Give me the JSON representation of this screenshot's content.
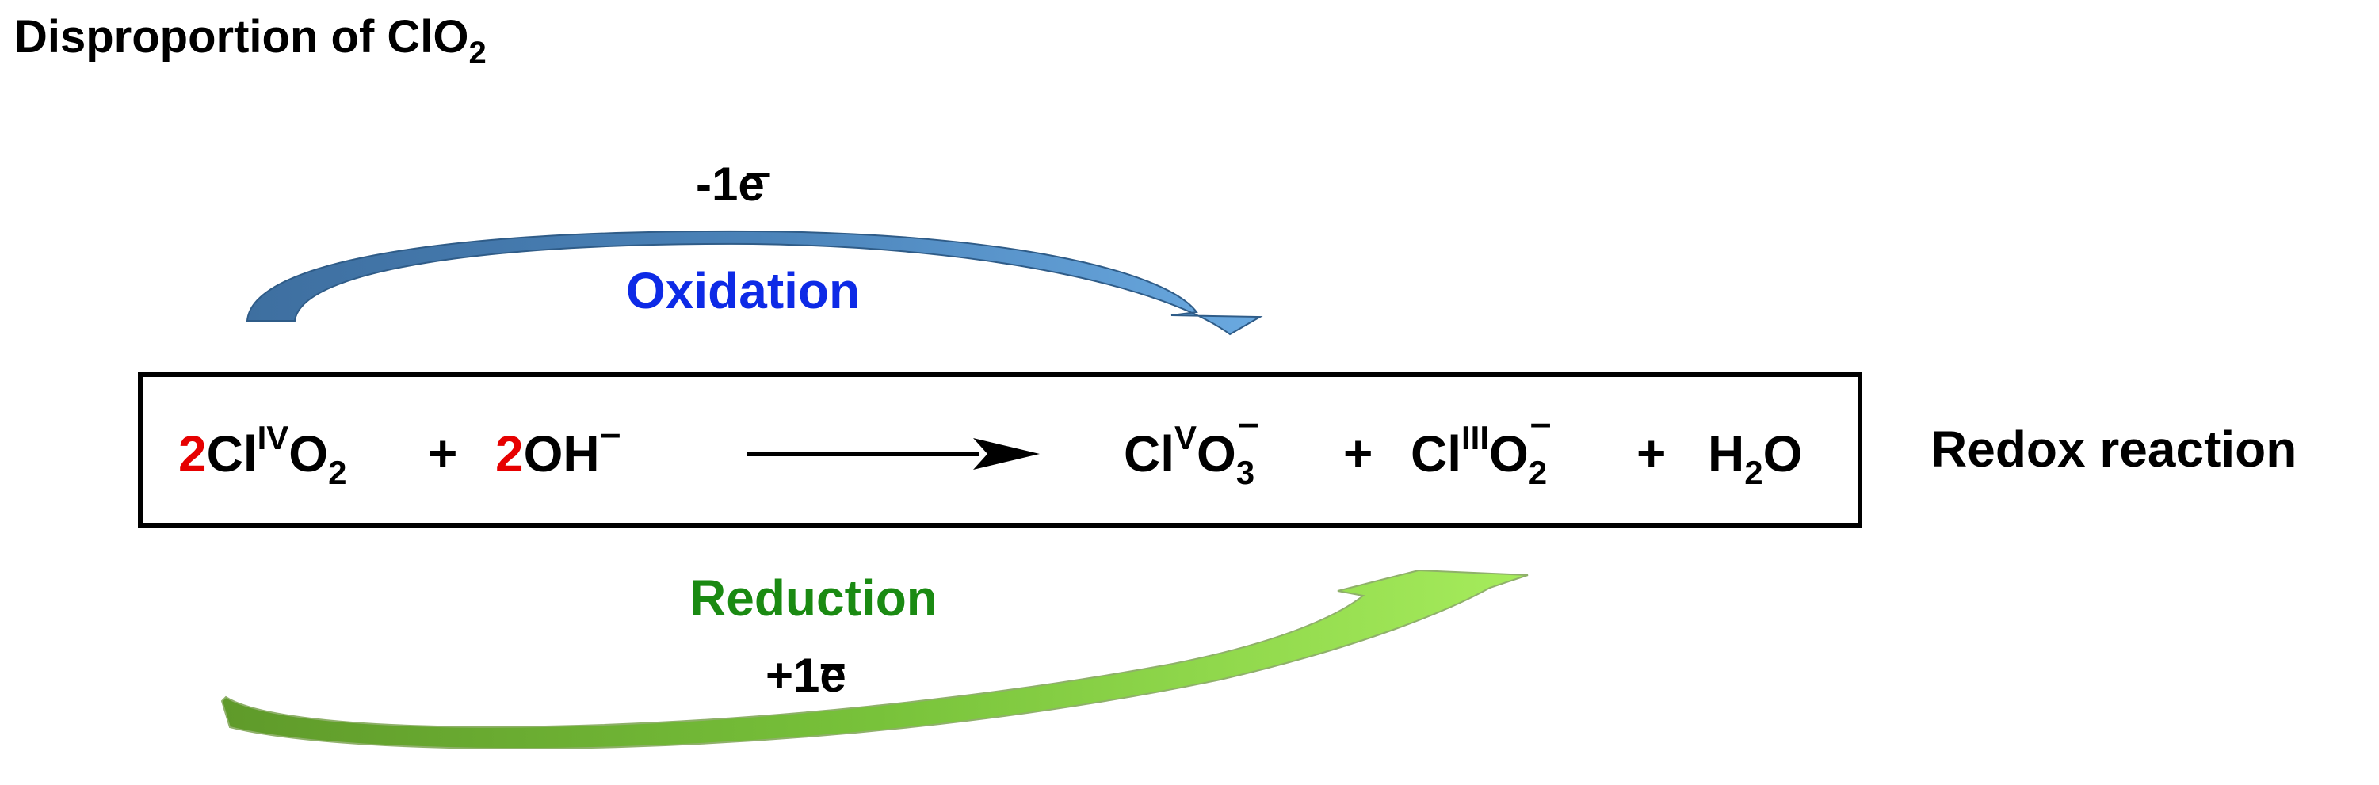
{
  "title": {
    "text": "Disproportion of ClO",
    "sub": "2"
  },
  "oxidation": {
    "label": "Oxidation",
    "electron": "-1e",
    "electron_charge": "–",
    "color": "#0d2ae6"
  },
  "reduction": {
    "label": "Reduction",
    "electron": "+1e",
    "electron_charge": "–",
    "color": "#1a8a12"
  },
  "equation": {
    "reactant_1": {
      "coef": "2",
      "element": "Cl",
      "ox_state": "IV",
      "rest": "O",
      "sub": "2"
    },
    "plus_1": "+",
    "reactant_2": {
      "coef": "2",
      "formula": "OH",
      "charge": "–"
    },
    "product_1": {
      "element": "Cl",
      "ox_state": "V",
      "rest": "O",
      "sub": "3",
      "charge": "–"
    },
    "plus_2": "+",
    "product_2": {
      "element": "Cl",
      "ox_state": "III",
      "rest": "O",
      "sub": "2",
      "charge": "–"
    },
    "plus_3": "+",
    "product_3": {
      "a": "H",
      "sub": "2",
      "b": "O"
    }
  },
  "side_label": "Redox reaction"
}
